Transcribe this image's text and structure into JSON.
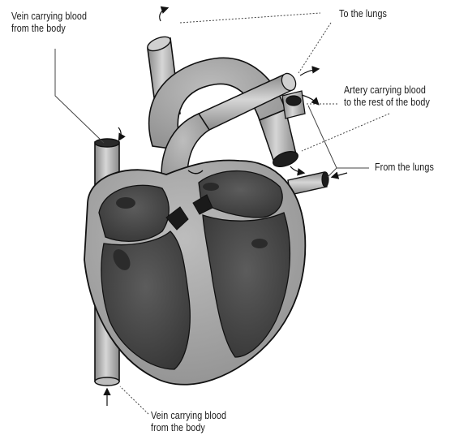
{
  "labels": {
    "vein_top": {
      "line1": "Vein carrying blood",
      "line2": "from the body"
    },
    "to_lungs": "To the lungs",
    "artery_body": {
      "line1": "Artery carrying blood",
      "line2": "to the rest of the body"
    },
    "from_lungs": "From the lungs",
    "vein_bottom": {
      "line1": "Vein carrying blood",
      "line2": "from the body"
    }
  },
  "colors": {
    "tissue": "#9a9a9a",
    "tissue_dark": "#6e6e6e",
    "chamber": "#4a4a4a",
    "vessel": "#b8b8b8",
    "outline": "#111111",
    "leader": "#444444"
  }
}
